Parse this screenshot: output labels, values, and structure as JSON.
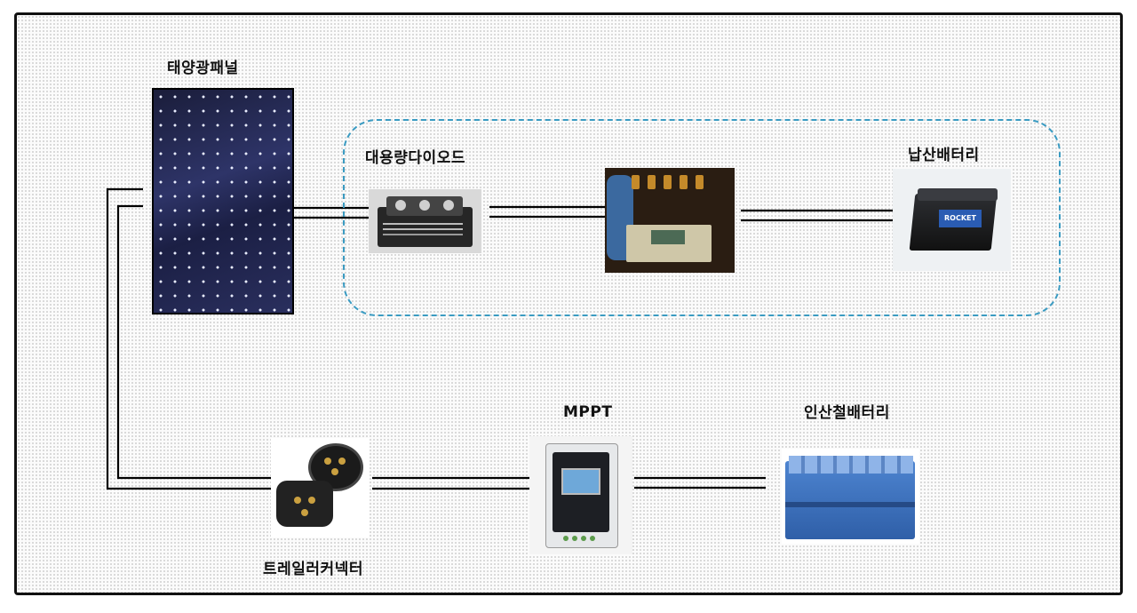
{
  "labels": {
    "solar_panel": "태양광패널",
    "diode": "대용량다이오드",
    "lead_acid_battery": "납산배터리",
    "trailer_connector": "트레일러커넥터",
    "mppt": "MPPT",
    "lifepo4_battery": "인산철배터리"
  },
  "images": {
    "battery_brand": "ROCKET"
  },
  "colors": {
    "frame_border": "#111111",
    "group_border": "#3a9bc2",
    "wire": "#000000"
  }
}
